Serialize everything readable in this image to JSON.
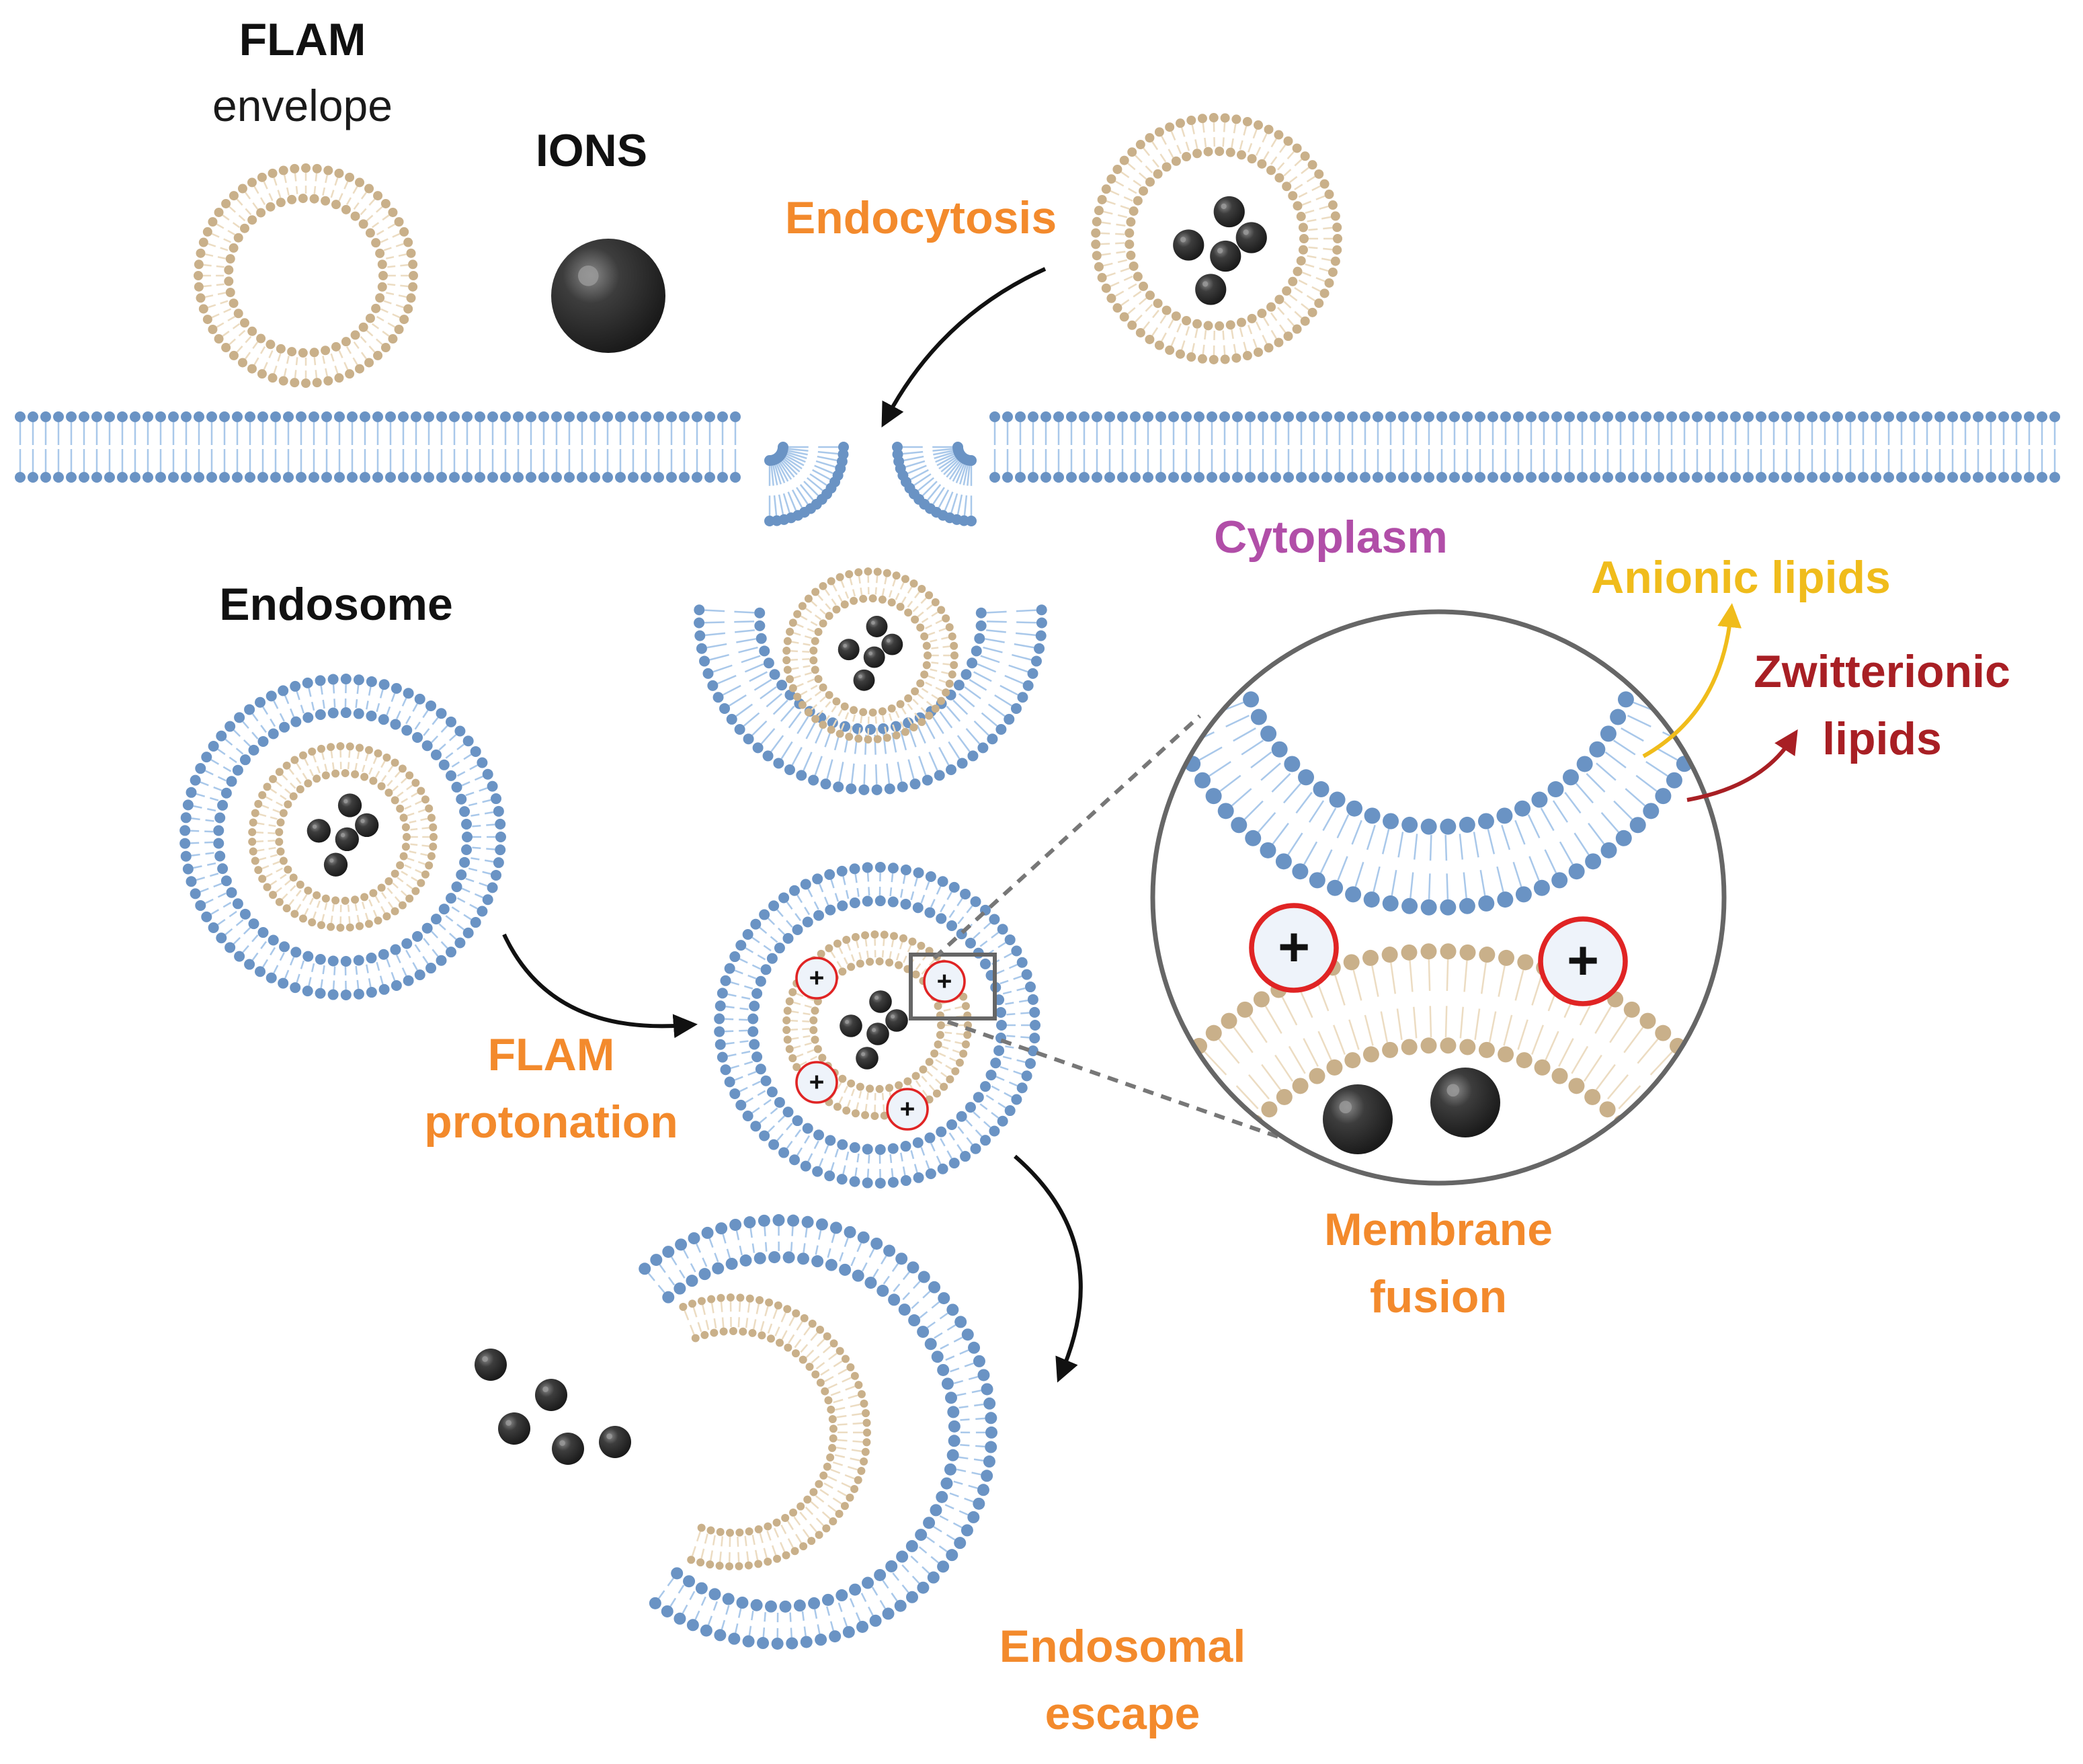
{
  "labels": {
    "flam_title": "FLAM",
    "flam_sub": "envelope",
    "ions": "IONS",
    "endocytosis": "Endocytosis",
    "cytoplasm": "Cytoplasm",
    "endosome": "Endosome",
    "anionic": "Anionic lipids",
    "zwitterionic_1": "Zwitterionic",
    "zwitterionic_2": "lipids",
    "protonation_1": "FLAM",
    "protonation_2": "protonation",
    "fusion_1": "Membrane",
    "fusion_2": "fusion",
    "escape_1": "Endosomal",
    "escape_2": "escape",
    "plus": "+"
  },
  "colors": {
    "membrane_blue": "#6a93c4",
    "tail_blue": "#a9c8ea",
    "flam_tan": "#c9b08a",
    "tail_tan": "#ecdcc2",
    "ion": "#333333",
    "process_orange": "#f38a2c",
    "cytoplasm_purple": "#b14ea8",
    "anionic_yellow": "#f0bc1b",
    "zwitterionic_red": "#a81f24",
    "charge_red": "#e02424"
  }
}
